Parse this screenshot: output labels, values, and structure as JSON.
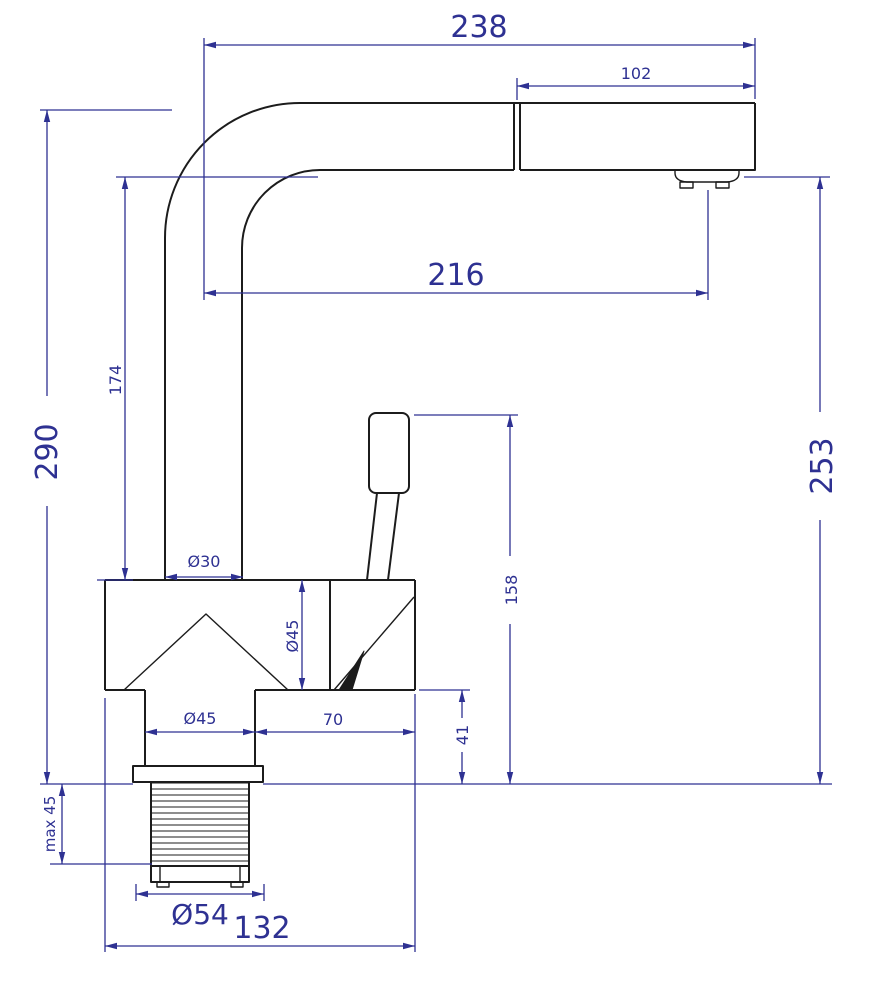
{
  "colors": {
    "dimension": "#2e3192",
    "outline": "#1c1c1c",
    "background": "#ffffff"
  },
  "dimensions": {
    "overall_width": "238",
    "head_length": "102",
    "spout_reach": "216",
    "riser_height": "174",
    "total_height": "290",
    "outlet_height": "253",
    "handle_top_height": "158",
    "riser_diameter": "Ø30",
    "body_diameter": "Ø45",
    "base_diameter": "Ø45",
    "body_offset": "70",
    "base_bottom_height": "41",
    "max_deck_thickness": "max 45",
    "flange_diameter": "Ø54",
    "footprint_width": "132"
  }
}
